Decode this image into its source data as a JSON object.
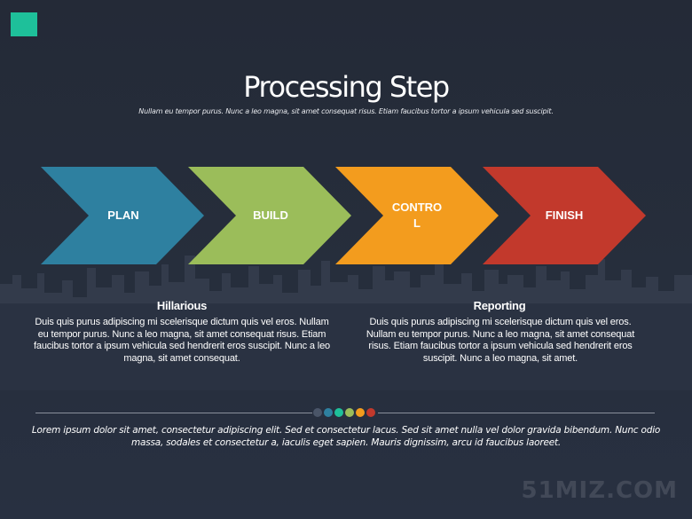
{
  "title": "Processing Step",
  "subtitle": "Nullam eu tempor purus. Nunc a leo magna, sit amet consequat risus. Etiam faucibus tortor a ipsum vehicula sed suscipit.",
  "steps": [
    {
      "label": "PLAN",
      "color": "#2e80a0"
    },
    {
      "label": "BUILD",
      "color": "#9bbd5a"
    },
    {
      "label": "CONTROL",
      "color": "#f39c1e"
    },
    {
      "label": "FINISH",
      "color": "#c2392c"
    }
  ],
  "columns": [
    {
      "heading": "Hillarious",
      "body": "Duis quis purus adipiscing mi scelerisque dictum quis vel eros. Nullam eu tempor purus. Nunc a leo magna, sit amet consequat risus. Etiam faucibus tortor a ipsum vehicula sed hendrerit eros suscipit. Nunc a leo magna, sit amet consequat."
    },
    {
      "heading": "Reporting",
      "body": "Duis quis purus adipiscing mi scelerisque dictum quis vel eros. Nullam eu tempor purus. Nunc a leo magna, sit amet consequat risus. Etiam faucibus tortor a ipsum vehicula sed hendrerit eros suscipit. Nunc a leo magna, sit amet."
    }
  ],
  "divider_dots": [
    "#4a5568",
    "#2e80a0",
    "#1ec09a",
    "#9bbd5a",
    "#f39c1e",
    "#c2392c"
  ],
  "footer": "Lorem ipsum dolor sit amet, consectetur adipiscing elit. Sed et consectetur lacus. Sed sit amet nulla vel dolor gravida bibendum. Nunc odio massa, sodales et consectetur a, iaculis eget sapien. Mauris dignissim, arcu id faucibus laoreet.",
  "watermark": "51MIZ.COM",
  "accent_color": "#1ec09a"
}
